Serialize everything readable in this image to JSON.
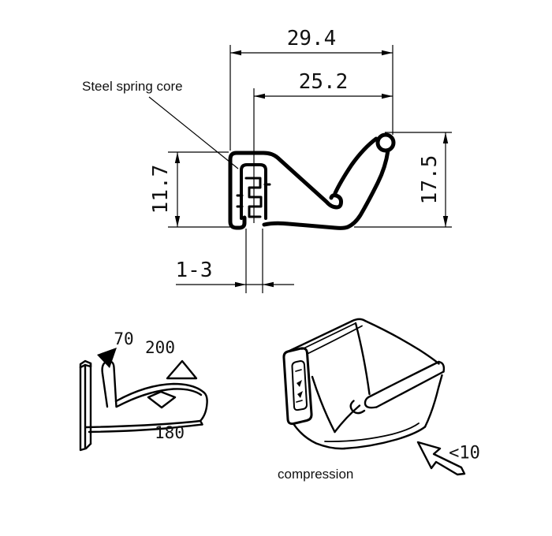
{
  "cross_section": {
    "steel_core_label": "Steel spring core",
    "dims": {
      "total_width": "29.4",
      "lip_width": "25.2",
      "clamp_height": "11.7",
      "total_height": "17.5",
      "grip_range": "1-3"
    }
  },
  "bend_figure": {
    "radius_flag": "70",
    "radius_up": "200",
    "radius_down": "180"
  },
  "seal_view": {
    "compression_label": "compression",
    "compression_limit": "<10"
  },
  "colors": {
    "line": "#000000",
    "background": "#ffffff",
    "text": "#111111"
  }
}
